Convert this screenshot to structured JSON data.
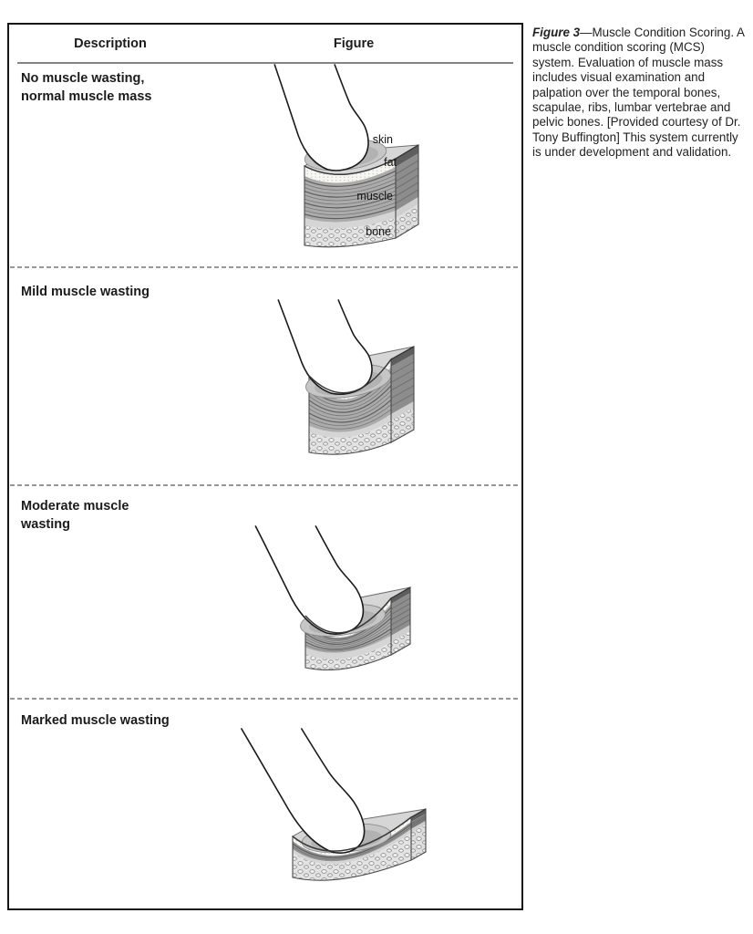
{
  "table": {
    "headers": {
      "description": "Description",
      "figure": "Figure"
    },
    "rows": [
      {
        "description": "No muscle wasting,\nnormal muscle mass"
      },
      {
        "description": "Mild muscle wasting"
      },
      {
        "description": "Moderate muscle\nwasting"
      },
      {
        "description": "Marked muscle wasting"
      }
    ]
  },
  "figure_labels": {
    "skin": "skin",
    "fat": "fat",
    "muscle": "muscle",
    "bone": "bone"
  },
  "caption": {
    "label": "Figure 3",
    "rest": "—Muscle Condition Scoring. A muscle condition scoring (MCS) system. Evaluation of muscle mass includes visual examination and palpation over the temporal bones, scapulae, ribs, lumbar vertebrae and pelvic bones. [Provided courtesy of Dr. Tony Buffington] This system currently is under development and validation."
  },
  "colors": {
    "border": "#161616",
    "divider": "#979797",
    "skin_top": "#d6d6d6",
    "muscle": "#ababab",
    "bone": "#e3e3e3",
    "side_dark": "#5e5e5e"
  }
}
